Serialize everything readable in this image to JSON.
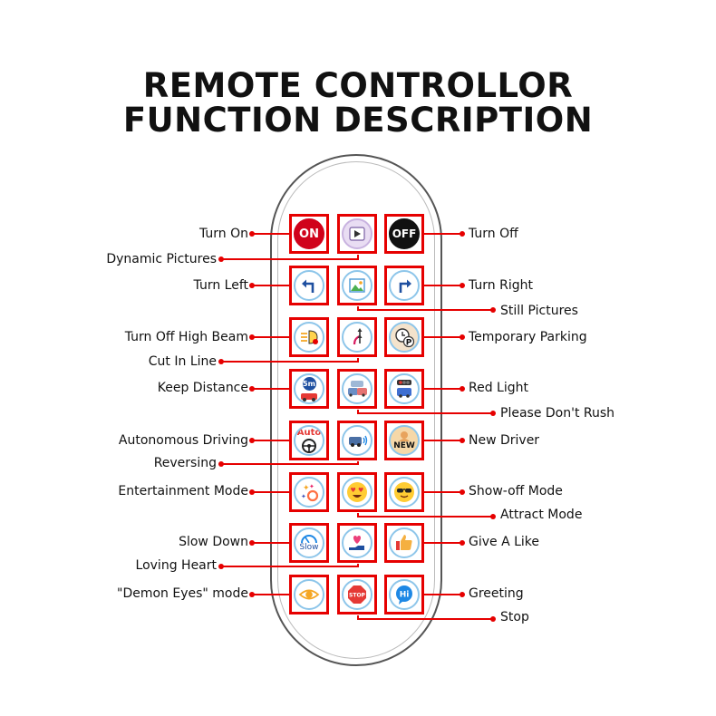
{
  "title": {
    "line1": "REMOTE CONTROLLOR",
    "line2": "FUNCTION DESCRIPTION"
  },
  "buttons": {
    "on": "ON",
    "off": "OFF",
    "keep_distance": "5m",
    "autonomous": "Auto",
    "new_driver": "NEW",
    "slow_down": "Slow",
    "stop": "STOP",
    "greeting": "Hi"
  },
  "labels": {
    "turn_on": "Turn On",
    "dynamic_pictures": "Dynamic Pictures",
    "turn_off": "Turn Off",
    "turn_left": "Turn Left",
    "turn_right": "Turn Right",
    "still_pictures": "Still Pictures",
    "turn_off_high_beam": "Turn Off High Beam",
    "temporary_parking": "Temporary Parking",
    "cut_in_line": "Cut In Line",
    "keep_distance": "Keep Distance",
    "red_light": "Red Light",
    "please_dont_rush": "Please Don't Rush",
    "autonomous_driving": "Autonomous Driving",
    "new_driver": "New Driver",
    "reversing": "Reversing",
    "entertainment_mode": "Entertainment Mode",
    "show_off_mode": "Show-off Mode",
    "attract_mode": "Attract Mode",
    "slow_down": "Slow Down",
    "give_a_like": "Give A Like",
    "loving_heart": "Loving Heart",
    "demon_eyes_mode": "\"Demon Eyes\" mode",
    "greeting": "Greeting",
    "stop": "Stop"
  },
  "colors": {
    "accent": "#e60000",
    "on_button": "#d0021b",
    "off_button": "#111111",
    "ring": "#8ec6ea"
  }
}
